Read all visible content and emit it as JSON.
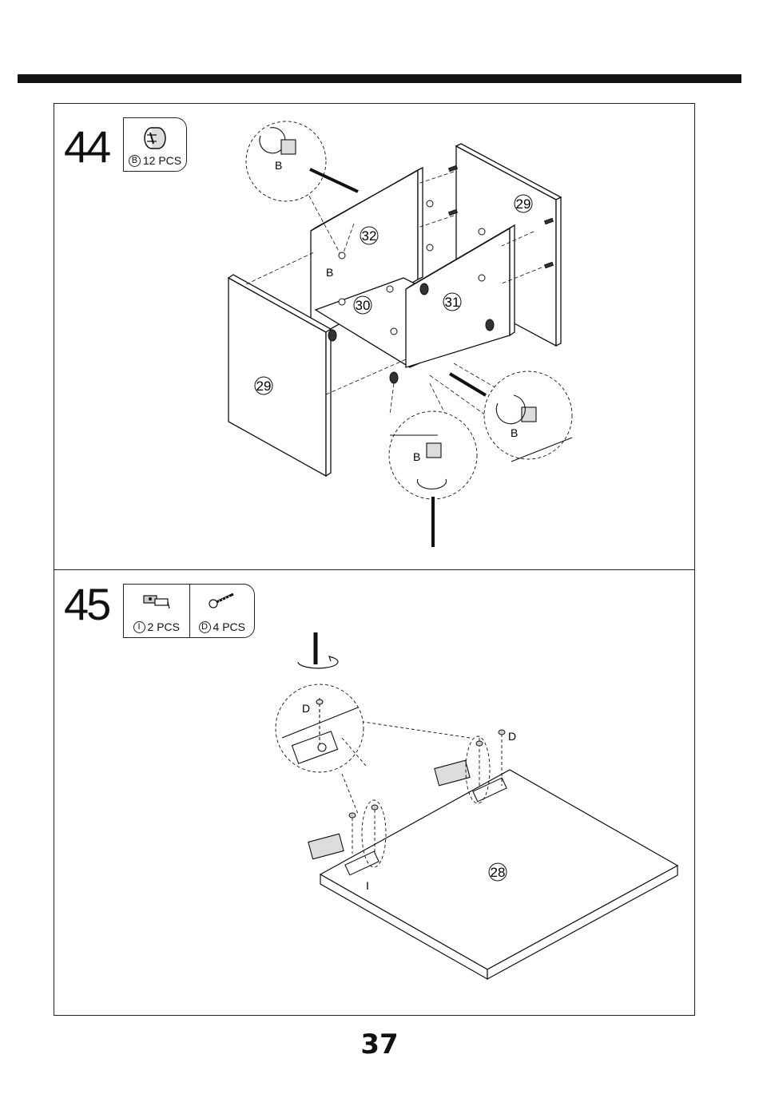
{
  "page": {
    "number": "37"
  },
  "steps": [
    {
      "number": "44",
      "parts": [
        {
          "letter": "B",
          "qty": "12 PCS"
        }
      ],
      "panel_labels": {
        "p32": "32",
        "p29_right": "29",
        "p31": "31",
        "p30": "30",
        "p29_left": "29"
      },
      "callout_letter": "B"
    },
    {
      "number": "45",
      "parts": [
        {
          "letter": "I",
          "qty": "2 PCS"
        },
        {
          "letter": "D",
          "qty": "4 PCS"
        }
      ],
      "panel_labels": {
        "p28": "28"
      },
      "screw_letter": "D",
      "hinge_letter": "I"
    }
  ]
}
